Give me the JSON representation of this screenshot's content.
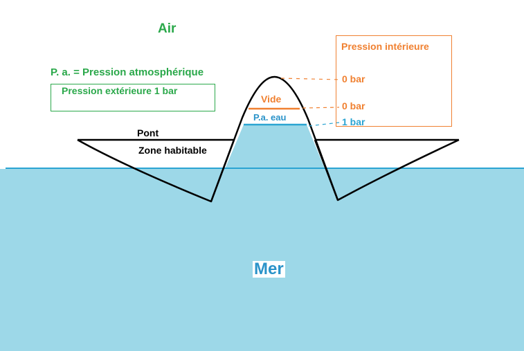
{
  "labels": {
    "air": "Air",
    "pa_definition": "P. a.  = Pression atmosphérique",
    "exterior_pressure": "Pression extérieure  1 bar",
    "interior_title": "Pression intérieure",
    "pressure_top": "0 bar",
    "pressure_vide": "0 bar",
    "pressure_water": "1 bar",
    "vide": "Vide",
    "pa_eau": "P.a. eau",
    "pont": "Pont",
    "zone": "Zone habitable",
    "mer": "Mer"
  },
  "colors": {
    "sea": "#9dd8e8",
    "sea_line": "#2aa4d2",
    "green_text": "#2aa84a",
    "orange_text": "#f08030",
    "outline": "#000000"
  }
}
